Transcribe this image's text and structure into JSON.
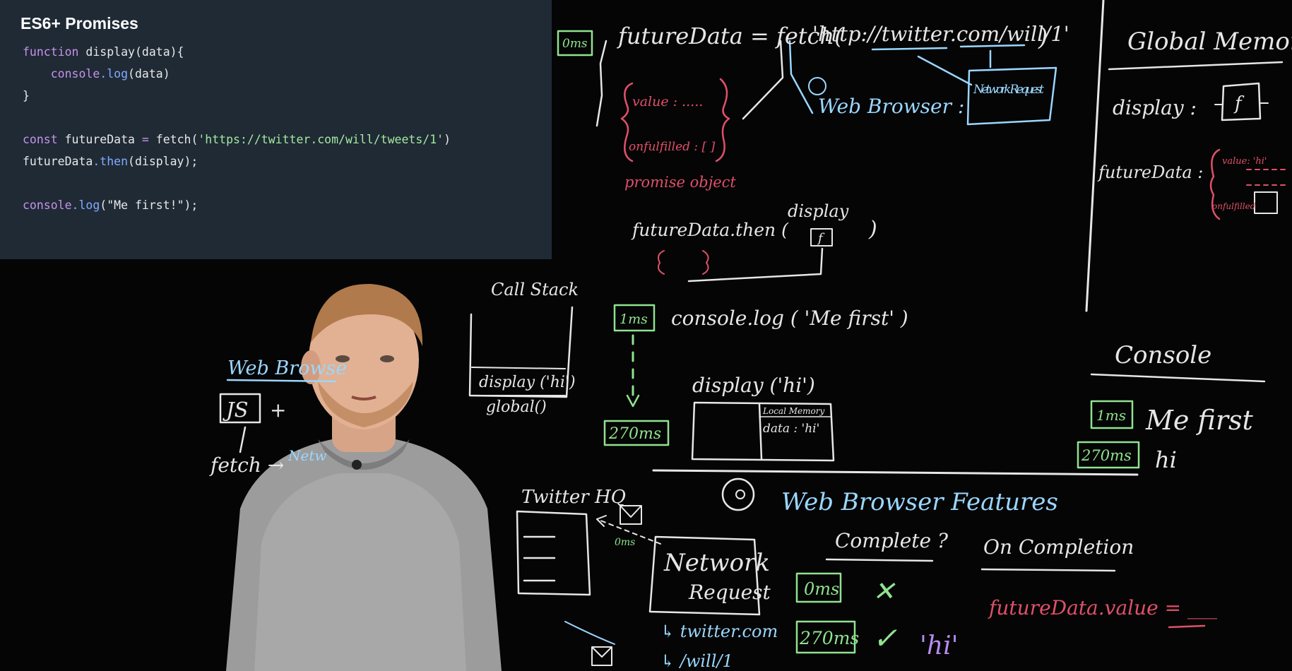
{
  "code_panel": {
    "title": "ES6+ Promises",
    "lines": [
      [
        {
          "t": "function ",
          "c": "kw"
        },
        {
          "t": "display",
          "c": "plain"
        },
        {
          "t": "(data){",
          "c": "plain"
        }
      ],
      [
        {
          "t": "    console",
          "c": "kw"
        },
        {
          "t": ".log",
          "c": "fn"
        },
        {
          "t": "(data)",
          "c": "plain"
        }
      ],
      [
        {
          "t": "}",
          "c": "plain"
        }
      ],
      [],
      [
        {
          "t": "const ",
          "c": "kw"
        },
        {
          "t": "futureData",
          "c": "plain"
        },
        {
          "t": " = ",
          "c": "kw"
        },
        {
          "t": "fetch",
          "c": "plain"
        },
        {
          "t": "(",
          "c": "plain"
        },
        {
          "t": "'https://twitter.com/will/tweets/1'",
          "c": "str"
        },
        {
          "t": ")",
          "c": "plain"
        }
      ],
      [
        {
          "t": "futureData",
          "c": "plain"
        },
        {
          "t": ".then",
          "c": "fn"
        },
        {
          "t": "(display);",
          "c": "plain"
        }
      ],
      [],
      [
        {
          "t": "console",
          "c": "kw"
        },
        {
          "t": ".log",
          "c": "fn"
        },
        {
          "t": "(\"Me first!\");",
          "c": "plain"
        }
      ]
    ]
  },
  "board": {
    "time_0ms": "0ms",
    "time_1ms": "1ms",
    "time_270ms": "270ms",
    "future_data_assign": "futureData = fetch(",
    "fetch_url": "'http://twitter.com/will/1'",
    "close_paren": ")",
    "promise_value": "value : .....",
    "promise_onfulfilled": "onfulfilled : [   ]",
    "promise_object": "promise object",
    "web_browser": "Web Browser :",
    "network_request": "Network Request",
    "then_line": "futureData.then (",
    "display_label": "display",
    "f_box": "f",
    "console_log_line": "console.log ( 'Me first' )",
    "call_stack": "Call Stack",
    "call_stack_top": "display ('hi')",
    "call_stack_bottom": "global()",
    "display_hi": "display ('hi')",
    "local_memory": "Local Memory",
    "local_data": "data : 'hi'",
    "web_browser_left": "Web Browse",
    "js_box": "JS",
    "plus": "+",
    "fetch_arrow": "fetch →",
    "network_short": "Netw",
    "global_memory": "Global Memory",
    "gm_display": "display :",
    "gm_future_data": "futureData :",
    "gm_value": "value: 'hi'",
    "gm_onfulfilled": "onfulfilled",
    "console_title": "Console",
    "console_me_first": "Me first",
    "console_hi": "hi",
    "twitter_hq": "Twitter HQ",
    "network_request_box_1": "Network",
    "network_request_box_2": "Request",
    "twitter_com": "↳ twitter.com",
    "will_1": "↳ /will/1",
    "web_browser_features": "Web Browser Features",
    "complete_q": "Complete ?",
    "on_completion": "On Completion",
    "cross_mark": "✕",
    "check_mark": "✓",
    "hi_value": "'hi'",
    "future_value_assign": "futureData.value = ___"
  }
}
